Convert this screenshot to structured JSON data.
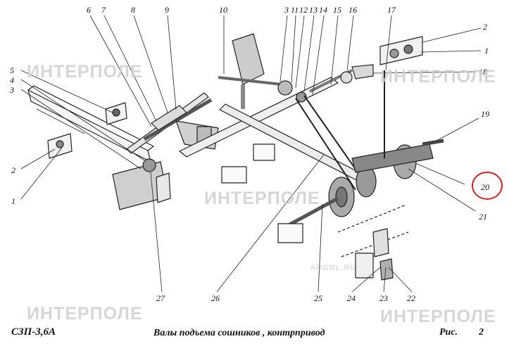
{
  "callouts": {
    "n1a": "1",
    "n1b": "1",
    "n2a": "2",
    "n2b": "2",
    "n3": "3",
    "n3b": "3",
    "n4": "4",
    "n5": "5",
    "n6": "6",
    "n7": "7",
    "n8": "8",
    "n9": "9",
    "n10": "10",
    "n11": "11",
    "n12": "12",
    "n13": "13",
    "n14": "14",
    "n15": "15",
    "n16": "16",
    "n17": "17",
    "n18": "18",
    "n19": "19",
    "n20": "20",
    "n21": "21",
    "n22": "22",
    "n23": "23",
    "n24": "24",
    "n25": "25",
    "n26": "26",
    "n27": "27"
  },
  "caption": {
    "model": "СЗП-3,6А",
    "title": "Валы подъема сошников , контрпривод",
    "fig_label": "Рис.",
    "fig_number": "2"
  },
  "watermark": {
    "text": "ИНТЕРПОЛЕ",
    "small_text": "AUGDL.RU"
  },
  "highlight": {
    "part": "20",
    "color": "#d42020"
  }
}
